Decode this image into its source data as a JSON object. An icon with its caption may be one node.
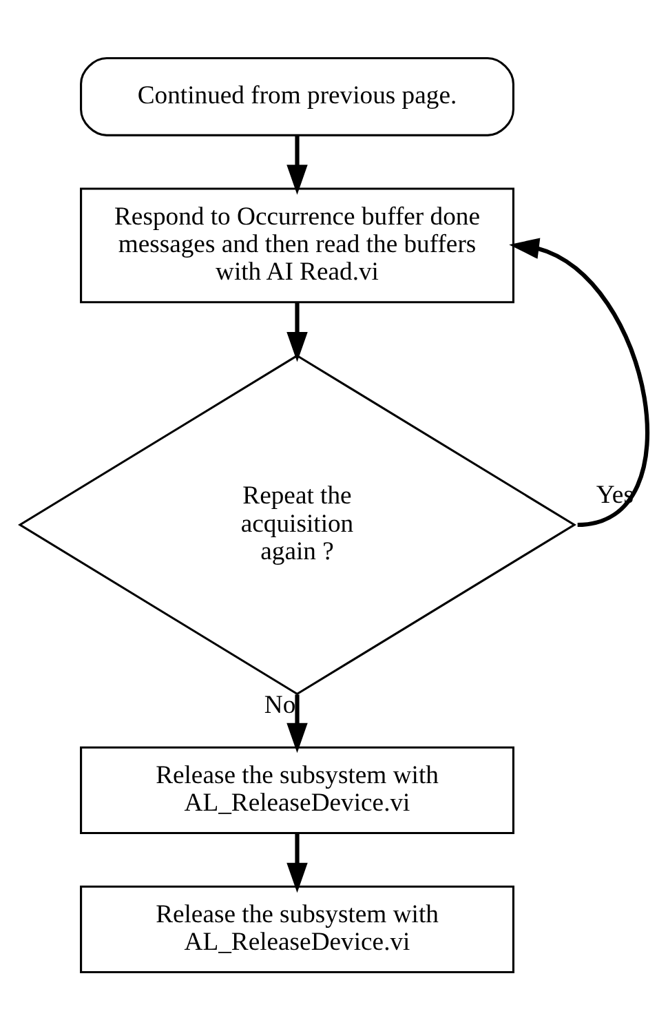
{
  "diagram": {
    "nodes": [
      {
        "text": [
          "Continued from previous page."
        ]
      },
      {
        "text": [
          "Respond to Occurrence buffer done messages and then read the buffers with AI Read.vi"
        ]
      },
      {
        "text": [
          "Repeat the acquisition again ?"
        ]
      },
      {
        "text": [
          "Release the subsystem with AL_ReleaseDevice.vi"
        ]
      },
      {
        "text": [
          "Release the subsystem with AL_ReleaseDevice.vi"
        ]
      }
    ],
    "edges": [
      {
        "from": 0,
        "to": 1,
        "arrow": "to"
      },
      {
        "from": 1,
        "to": 2,
        "arrow": "to"
      },
      {
        "from": 2,
        "to": 1,
        "arrow": "to",
        "label": "Yes"
      },
      {
        "from": 2,
        "to": 3,
        "arrow": "to",
        "label": "No"
      },
      {
        "from": 3,
        "to": 4,
        "arrow": "to"
      }
    ]
  }
}
